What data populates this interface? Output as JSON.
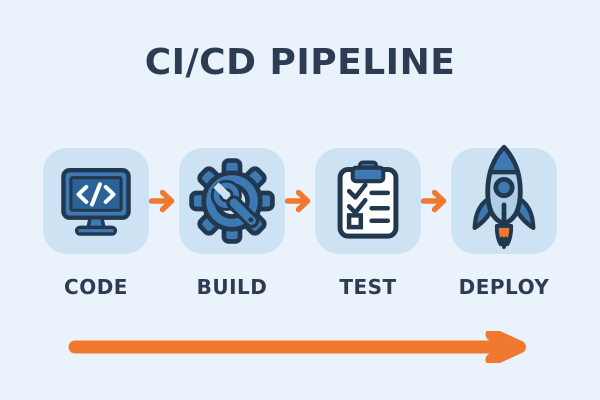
{
  "title": "CI/CD PIPELINE",
  "stages": [
    {
      "label": "CODE",
      "icon": "code-monitor-icon"
    },
    {
      "label": "BUILD",
      "icon": "gear-wrench-icon"
    },
    {
      "label": "TEST",
      "icon": "checklist-icon"
    },
    {
      "label": "DEPLOY",
      "icon": "rocket-icon"
    }
  ],
  "arrows": {
    "between_stage_count": 3,
    "bottom_timeline": "left-to-right"
  },
  "colors": {
    "background": "#eaf3fb",
    "tile": "#cde2f2",
    "primary_blue": "#3d7ab3",
    "dark_screen_blue": "#2c6396",
    "light_rocket_blue": "#aecde7",
    "outline_navy": "#21384f",
    "text_navy": "#2d3c52",
    "arrow_orange": "#f1792f"
  }
}
